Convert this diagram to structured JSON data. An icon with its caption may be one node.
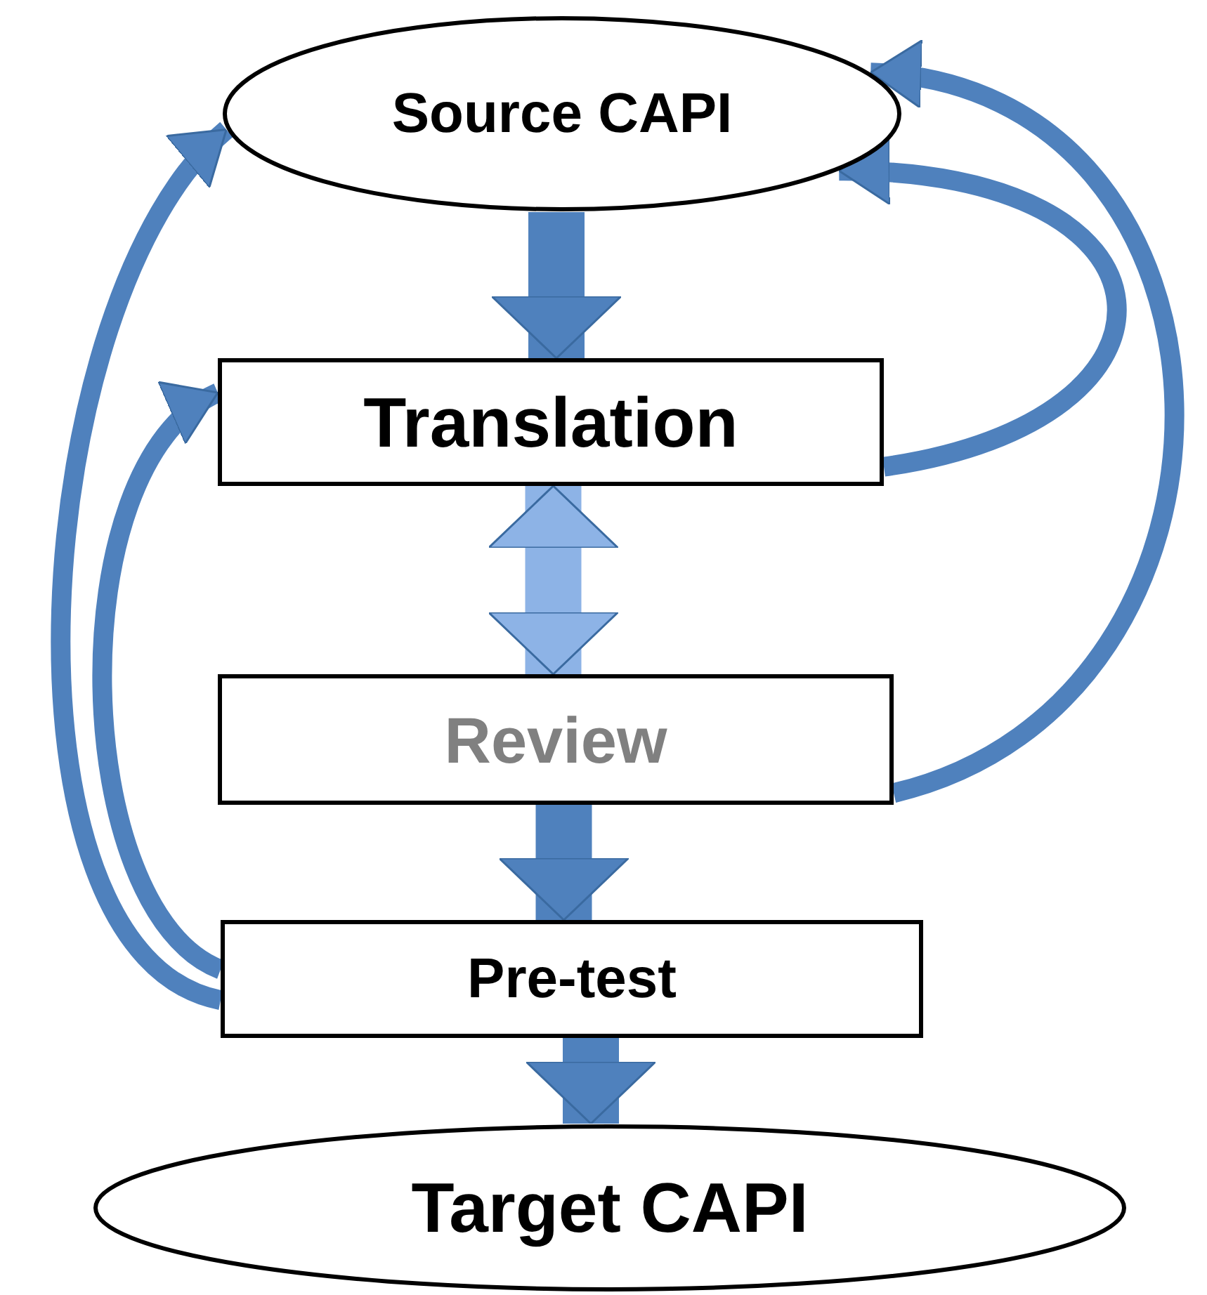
{
  "diagram": {
    "nodes": [
      {
        "text": [
          "Source CAPI"
        ]
      },
      {
        "text": [
          "Translation"
        ]
      },
      {
        "text": [
          "Review"
        ]
      },
      {
        "text": [
          "Pre-test"
        ]
      },
      {
        "text": [
          "Target CAPI"
        ]
      }
    ],
    "edges": [
      {
        "from": 0,
        "to": 1,
        "arrow": "to",
        "style": "thick"
      },
      {
        "from": 1,
        "to": 2,
        "arrow": "both",
        "style": "thick",
        "color": "#8db3e6"
      },
      {
        "from": 2,
        "to": 3,
        "arrow": "to",
        "style": "thick"
      },
      {
        "from": 3,
        "to": 4,
        "arrow": "to",
        "style": "thick"
      },
      {
        "from": 3,
        "to": 0,
        "arrow": "to"
      },
      {
        "from": 3,
        "to": 1,
        "arrow": "to"
      },
      {
        "from": 1,
        "to": 0,
        "arrow": "to"
      },
      {
        "from": 2,
        "to": 0,
        "arrow": "to"
      }
    ]
  }
}
